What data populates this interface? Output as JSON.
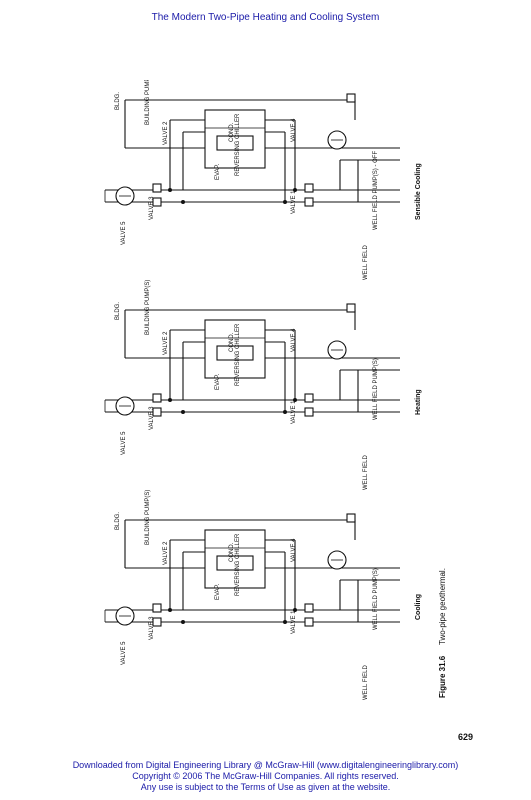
{
  "header": {
    "running_head": "The Modern Two-Pipe Heating and Cooling System"
  },
  "figure": {
    "caption_number": "Figure 31.6",
    "caption_text": "Two-pipe geothermal.",
    "labels": {
      "bldg": "BLDG.",
      "building_pumps": "BUILDING PUMP(S)",
      "valve_2": "VALVE 2",
      "valve_3": "VALVE 3",
      "valve_4": "VALVE 4",
      "valve_5": "VALVE 5",
      "valve_1": "VALVE 1",
      "cond": "COND.",
      "evap": "EVAP.",
      "reversing_chiller": "REVERSING CHILLER",
      "well_field": "WELL FIELD",
      "well_field_pumps": "WELL FIELD PUMP(S)",
      "well_field_pumps_off": "WELL FIELD PUMP(S) - OFF"
    },
    "modes": [
      "Cooling",
      "Heating",
      "Sensible Cooling"
    ]
  },
  "page_number": "629",
  "footer": {
    "line1": "Downloaded from Digital Engineering Library @ McGraw-Hill (www.digitalengineeringlibrary.com)",
    "line2": "Copyright © 2006 The McGraw-Hill Companies. All rights reserved.",
    "line3": "Any use is subject to the Terms of Use as given at the website."
  }
}
